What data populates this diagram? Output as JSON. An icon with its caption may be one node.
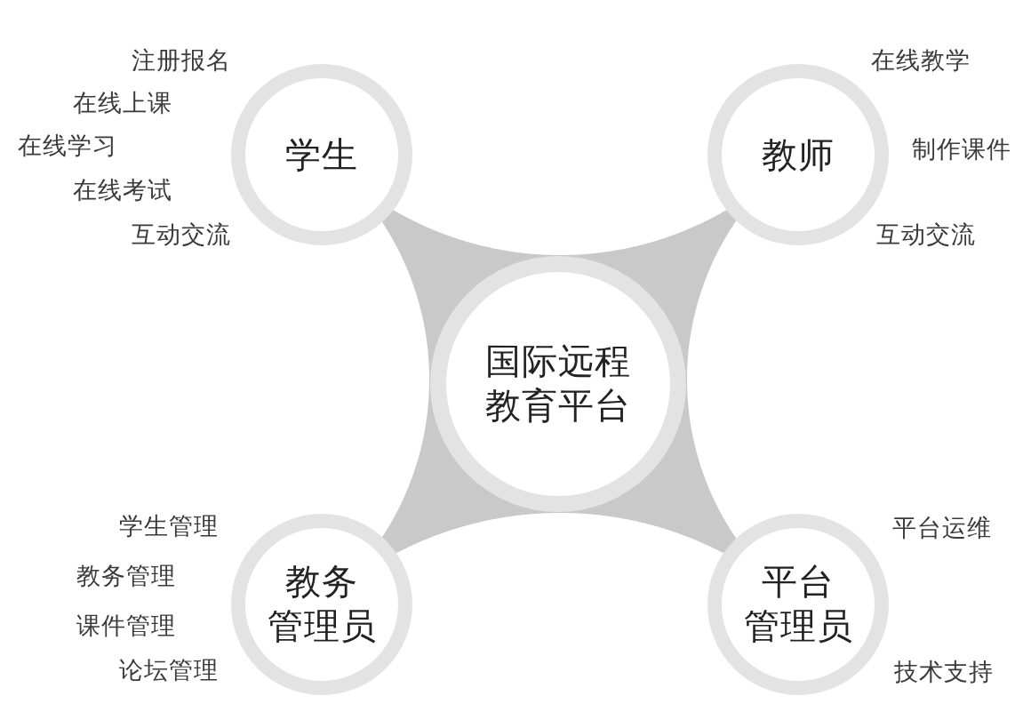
{
  "diagram": {
    "nodes": [
      {
        "text": [
          "学生"
        ],
        "beside": [
          "注册报名",
          "在线上课",
          "在线学习",
          "在线考试",
          "互动交流"
        ]
      },
      {
        "text": [
          "教师"
        ],
        "beside": [
          "在线教学",
          "制作课件",
          "互动交流"
        ]
      },
      {
        "text": [
          "国际远程教育平台"
        ]
      },
      {
        "text": [
          "教务管理员"
        ],
        "beside": [
          "学生管理",
          "教务管理",
          "课件管理",
          "论坛管理"
        ]
      },
      {
        "text": [
          "平台管理员"
        ],
        "beside": [
          "平台运维",
          "技术支持"
        ]
      }
    ],
    "edges": [
      {
        "from": 2,
        "to": 0,
        "arrow": "none"
      },
      {
        "from": 2,
        "to": 1,
        "arrow": "none"
      },
      {
        "from": 2,
        "to": 3,
        "arrow": "none"
      },
      {
        "from": 2,
        "to": 4,
        "arrow": "none"
      }
    ]
  }
}
